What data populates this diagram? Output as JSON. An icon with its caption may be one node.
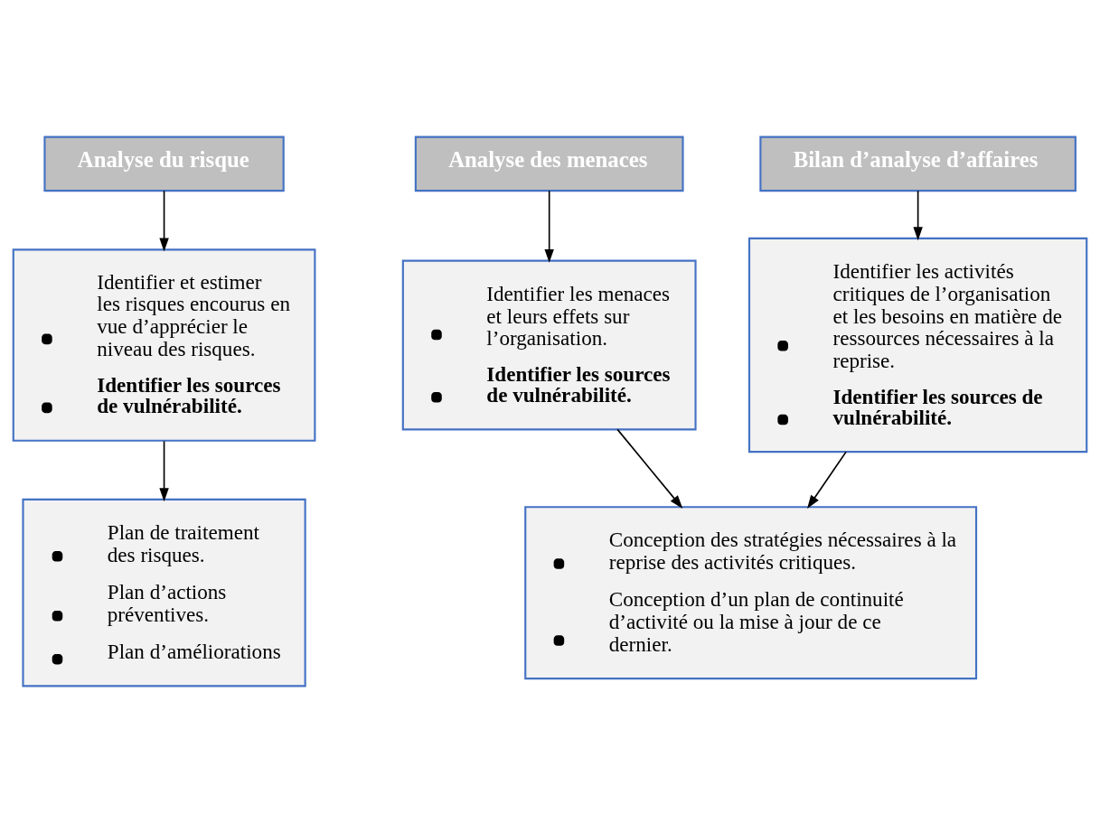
{
  "diagram": {
    "nodes": [
      {
        "text": [
          "Analyse du risque"
        ]
      },
      {
        "text": [
          "Analyse des menaces"
        ]
      },
      {
        "text": [
          "Bilan d’analyse d’affaires"
        ]
      },
      {
        "text": [
          "Identifier et estimer les risques encourus en vue d’apprécier le niveau des risques.",
          "Identifier les sources de vulnérabilité."
        ]
      },
      {
        "text": [
          "Identifier les menaces et leurs effets sur l’organisation.",
          "Identifier les sources de vulnérabilité."
        ]
      },
      {
        "text": [
          "Identifier les activités critiques de l’organisation et les besoins en matière de ressources nécessaires à la reprise.",
          "Identifier les sources de vulnérabilité."
        ]
      },
      {
        "text": [
          "Plan de traitement des risques.",
          "Plan d’actions préventives.",
          "Plan d’améliorations"
        ]
      },
      {
        "text": [
          "Conception des stratégies nécessaires à la reprise des activités critiques.",
          "Conception d’un plan de continuité d’activité ou la mise à jour de ce dernier."
        ]
      }
    ],
    "edges": [
      {
        "from": 0,
        "to": 3,
        "arrow": "to"
      },
      {
        "from": 1,
        "to": 4,
        "arrow": "to"
      },
      {
        "from": 2,
        "to": 5,
        "arrow": "to"
      },
      {
        "from": 3,
        "to": 6,
        "arrow": "to"
      },
      {
        "from": 4,
        "to": 7,
        "arrow": "to"
      },
      {
        "from": 5,
        "to": 7,
        "arrow": "to"
      }
    ]
  }
}
